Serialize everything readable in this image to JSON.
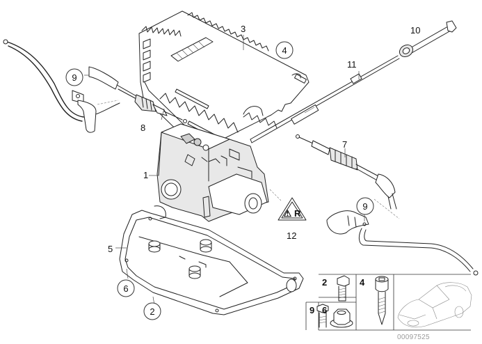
{
  "diagram": {
    "type": "exploded parts diagram",
    "subject": "Transmission control unit / hydraulic unit, oil pan and shift cables",
    "drawing_number": "00097525",
    "callouts": [
      {
        "id": "c1",
        "number": "1",
        "circled": false,
        "part": "hydraulic-control-unit"
      },
      {
        "id": "c2",
        "number": "2",
        "circled": true,
        "part": "hex-bolt"
      },
      {
        "id": "c3",
        "number": "3",
        "circled": false,
        "part": "protective-cover"
      },
      {
        "id": "c4",
        "number": "4",
        "circled": true,
        "part": "fillister-head-screw"
      },
      {
        "id": "c5",
        "number": "5",
        "circled": false,
        "part": "gasket"
      },
      {
        "id": "c6",
        "number": "6",
        "circled": true,
        "part": "collar-nut"
      },
      {
        "id": "c7",
        "number": "7",
        "circled": false,
        "part": "cable-right"
      },
      {
        "id": "c8",
        "number": "8",
        "circled": false,
        "part": "cable-left"
      },
      {
        "id": "c9a",
        "number": "9",
        "circled": true,
        "part": "bracket-bolt-left"
      },
      {
        "id": "c9b",
        "number": "9",
        "circled": true,
        "part": "bracket-bolt-right"
      },
      {
        "id": "c10",
        "number": "10",
        "circled": false,
        "part": "grommet-tube"
      },
      {
        "id": "c11",
        "number": "11",
        "circled": false,
        "part": "rod"
      },
      {
        "id": "c12",
        "number": "12",
        "circled": false,
        "part": "warning-label"
      }
    ],
    "hardware_legend": [
      {
        "number": "2",
        "item": "hex-bolt"
      },
      {
        "number": "4",
        "item": "fillister-head-screw"
      },
      {
        "number": "9",
        "item": "hex-bolt-short"
      },
      {
        "number": "6",
        "item": "collar-nut"
      },
      {
        "number": "",
        "item": "vehicle-silhouette"
      }
    ],
    "warning_label_text": "⚠ R"
  }
}
